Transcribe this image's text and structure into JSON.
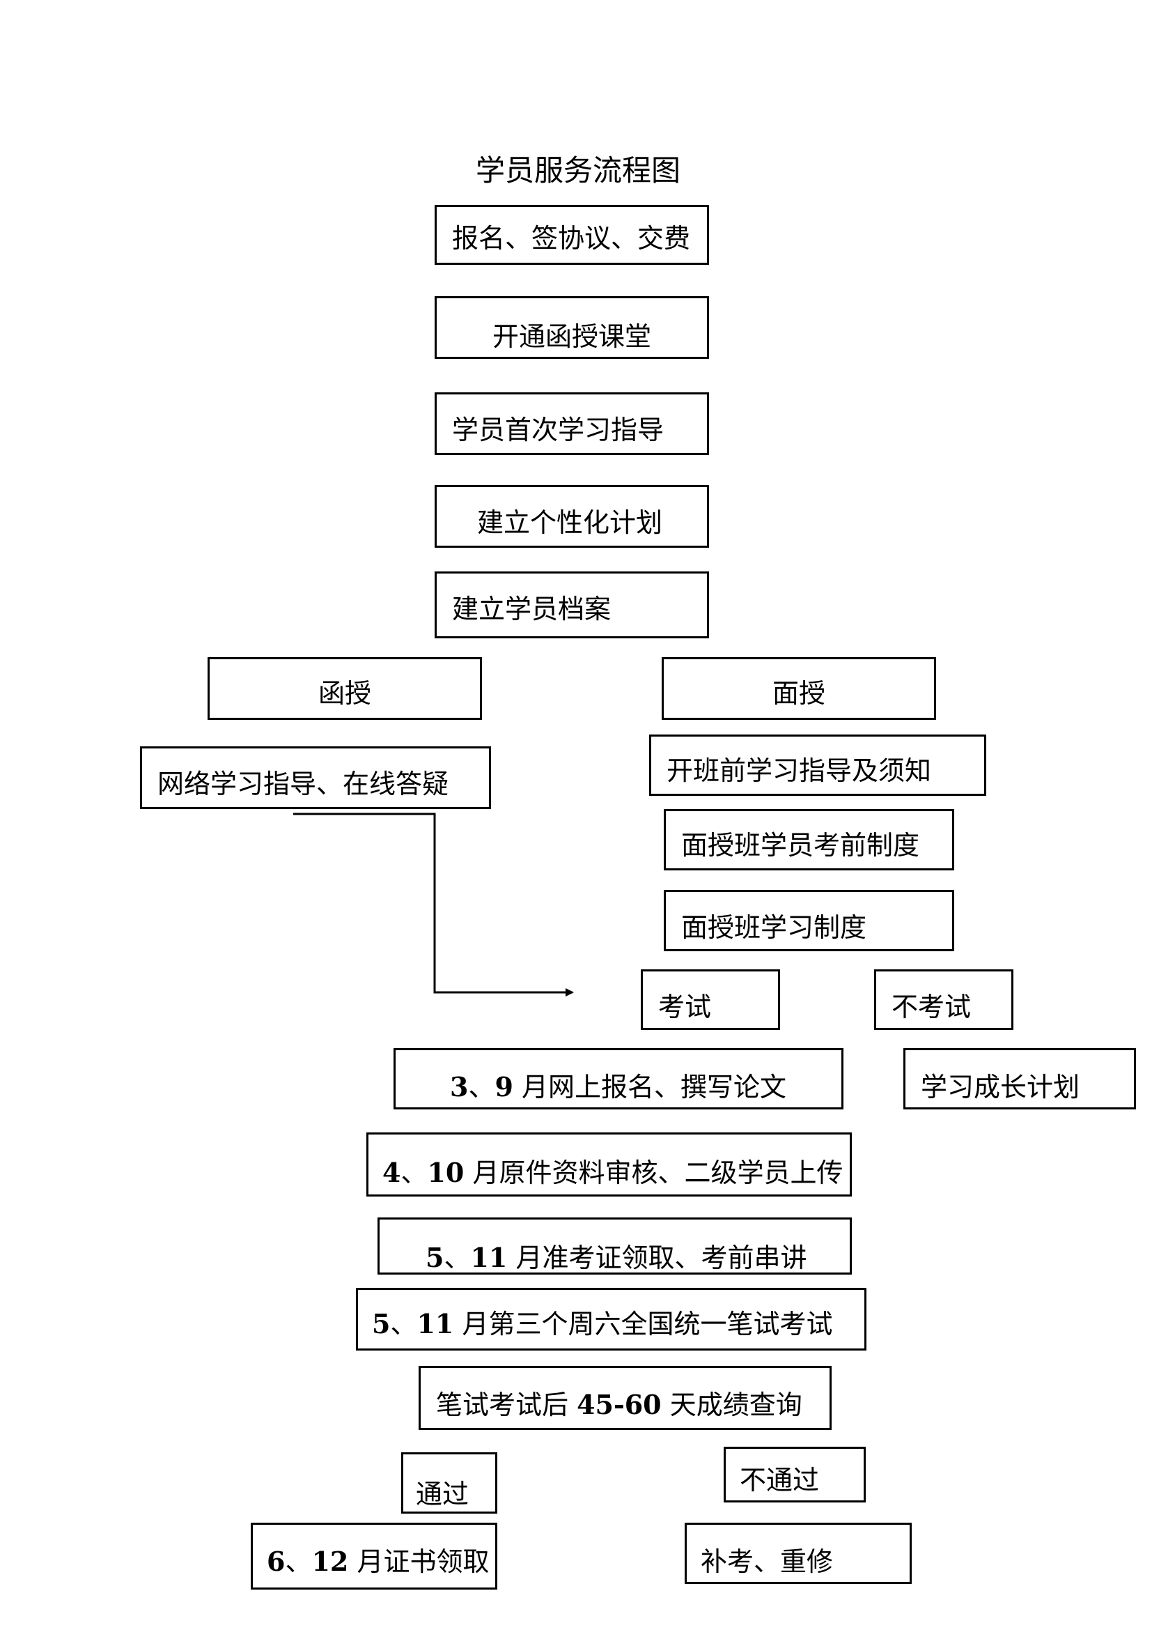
{
  "title": "学员服务流程图",
  "steps": {
    "signup": "报名、签协议、交费",
    "open_course": "开通函授课堂",
    "first_guidance": "学员首次学习指导",
    "personal_plan": "建立个性化计划",
    "student_file": "建立学员档案"
  },
  "branches": {
    "correspondence": {
      "label": "函授",
      "online_guidance": "网络学习指导、在线答疑"
    },
    "face_to_face": {
      "label": "面授",
      "pre_class_guidance": "开班前学习指导及须知",
      "pre_exam_rules": "面授班学员考前制度",
      "study_rules": "面授班学习制度"
    }
  },
  "exam": {
    "take_exam": "考试",
    "no_exam": "不考试",
    "growth_plan": "学习成长计划"
  },
  "exam_steps": [
    {
      "num": "3",
      "sep": "、",
      "num2": "9",
      "text": " 月网上报名、撰写论文"
    },
    {
      "num": "4",
      "sep": "、",
      "num2": "10",
      "text": " 月原件资料审核、二级学员上传"
    },
    {
      "num": "5",
      "sep": "、",
      "num2": "11",
      "text": " 月准考证领取、考前串讲"
    },
    {
      "num": "5",
      "sep": "、",
      "num2": "11",
      "text": " 月第三个周六全国统一笔试考试"
    }
  ],
  "score_query": {
    "prefix": "笔试考试后 ",
    "range": "45-60",
    "suffix": " 天成绩查询"
  },
  "result": {
    "pass": "通过",
    "fail": "不通过",
    "certificate": {
      "num": "6",
      "sep": "、",
      "num2": "12",
      "text": " 月证书领取"
    },
    "retake": "补考、重修"
  }
}
